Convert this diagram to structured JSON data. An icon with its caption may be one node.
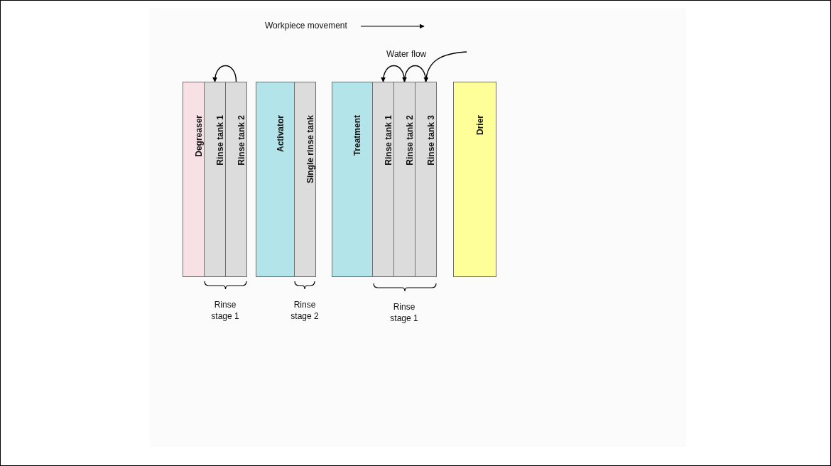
{
  "diagram": {
    "nodes": [
      {
        "text": [
          "Degreaser"
        ]
      },
      {
        "text": [
          "Rinse tank 1"
        ]
      },
      {
        "text": [
          "Rinse tank 2"
        ]
      },
      {
        "text": [
          "Activator"
        ]
      },
      {
        "text": [
          "Single rinse tank"
        ]
      },
      {
        "text": [
          "Treatment"
        ]
      },
      {
        "text": [
          "Rinse tank 1"
        ]
      },
      {
        "text": [
          "Rinse tank 2"
        ]
      },
      {
        "text": [
          "Rinse tank 3"
        ]
      },
      {
        "text": [
          "Drier"
        ]
      }
    ],
    "edges": [
      {
        "from": 2,
        "to": 1,
        "arrow": "to"
      },
      {
        "from": 7,
        "to": 6,
        "arrow": "to"
      },
      {
        "from": 8,
        "to": 7,
        "arrow": "to"
      },
      {
        "from": null,
        "to": 8,
        "arrow": "to"
      }
    ],
    "labels": [
      "Workpiece movement",
      "Water flow",
      "Rinse stage 1",
      "Rinse stage 2",
      "Rinse stage 1"
    ]
  }
}
